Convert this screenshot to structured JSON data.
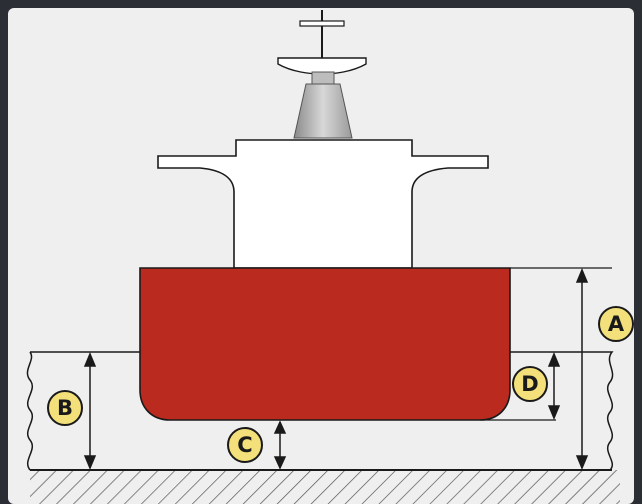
{
  "labels": {
    "a": "A",
    "b": "B",
    "c": "C",
    "d": "D"
  },
  "colors": {
    "frame": "#2b2f35",
    "panel": "#efefef",
    "hull": "#bb2a1e",
    "line": "#1a1a1a",
    "label_fill": "#f3e07a",
    "superstructure": "#ffffff"
  }
}
